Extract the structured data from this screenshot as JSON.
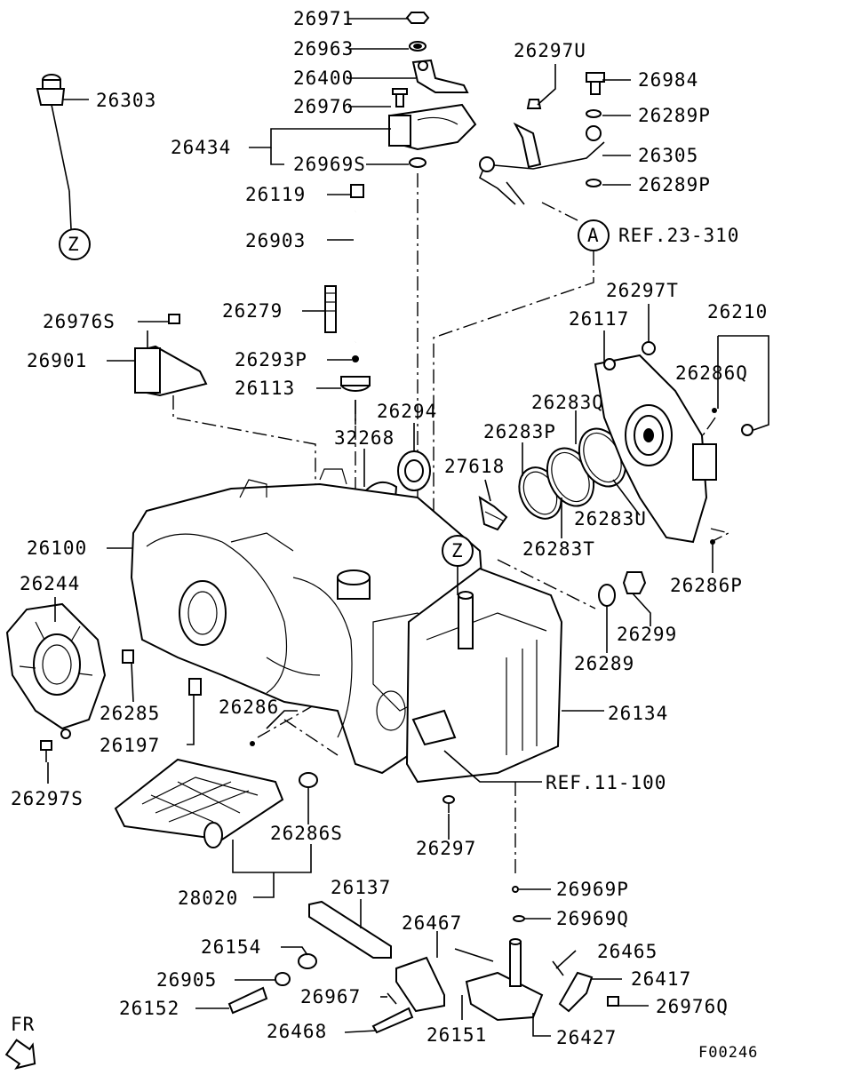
{
  "diagram": {
    "part_numbers": {
      "p26971": "26971",
      "p26963": "26963",
      "p26400": "26400",
      "p26976": "26976",
      "p26434": "26434",
      "p26969S": "26969S",
      "p26303": "26303",
      "p26297U": "26297U",
      "p26984": "26984",
      "p26289P_a": "26289P",
      "p26305": "26305",
      "p26289P_b": "26289P",
      "p26119": "26119",
      "p26903": "26903",
      "p26279": "26279",
      "p26976S": "26976S",
      "p26901": "26901",
      "p26293P": "26293P",
      "p26113": "26113",
      "p26297T": "26297T",
      "p26117": "26117",
      "p26210": "26210",
      "p26286Q": "26286Q",
      "p26294": "26294",
      "p26283Q": "26283Q",
      "p32268": "32268",
      "p26283P": "26283P",
      "p27618": "27618",
      "p26283U": "26283U",
      "p26283T": "26283T",
      "p26100": "26100",
      "p26286P": "26286P",
      "p26244": "26244",
      "p26299": "26299",
      "p26289": "26289",
      "p26134": "26134",
      "p26285": "26285",
      "p26286": "26286",
      "p26197": "26197",
      "p26297S": "26297S",
      "p26286S": "26286S",
      "p26297": "26297",
      "p28020": "28020",
      "p26969P": "26969P",
      "p26137": "26137",
      "p26969Q": "26969Q",
      "p26467": "26467",
      "p26154": "26154",
      "p26465": "26465",
      "p26905": "26905",
      "p26417": "26417",
      "p26967": "26967",
      "p26976Q": "26976Q",
      "p26152": "26152",
      "p26468": "26468",
      "p26151": "26151",
      "p26427": "26427"
    },
    "references": {
      "ref_a": "REF.23-310",
      "ref_b": "REF.11-100"
    },
    "markers": {
      "callout_a": "A",
      "callout_z_top": "Z",
      "callout_z_mid": "Z"
    },
    "direction_label": "FR",
    "figure_code": "F00246"
  }
}
